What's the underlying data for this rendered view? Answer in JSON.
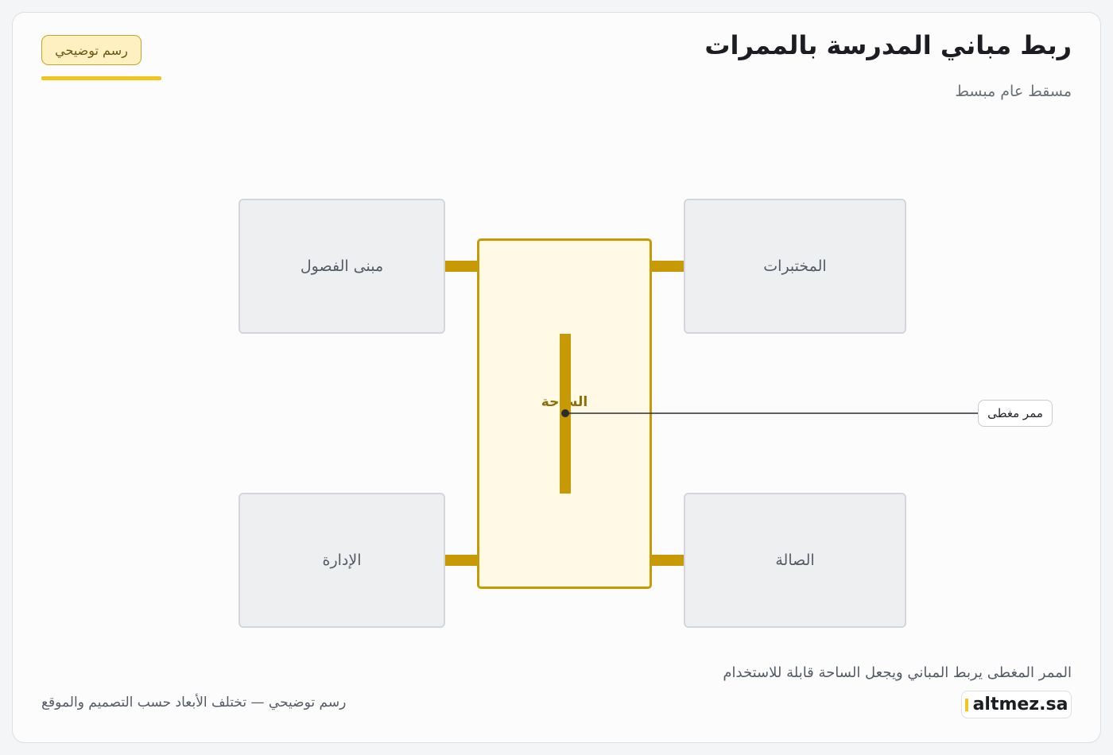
{
  "header": {
    "title": "ربط مباني المدرسة بالممرات",
    "subtitle": "مسقط عام مبسط",
    "badge": "رسم توضيحي"
  },
  "buildings": {
    "classrooms": "مبنى الفصول",
    "labs": "المختبرات",
    "admin": "الإدارة",
    "hall": "الصالة"
  },
  "courtyard": {
    "label": "الساحة"
  },
  "callout": {
    "label": "ممر مغطى"
  },
  "footer": {
    "caption": "الممر المغطى يربط المباني ويجعل الساحة قابلة للاستخدام",
    "note": "رسم توضيحي — تختلف الأبعاد حسب التصميم والموقع",
    "brand": "altmez.sa"
  },
  "colors": {
    "accent": "#c79a05",
    "courtyard_fill": "#fff9e5",
    "building_fill": "#eeeff1",
    "badge_fill": "#fdf1c2",
    "brand_yellow": "#f4c41b"
  }
}
